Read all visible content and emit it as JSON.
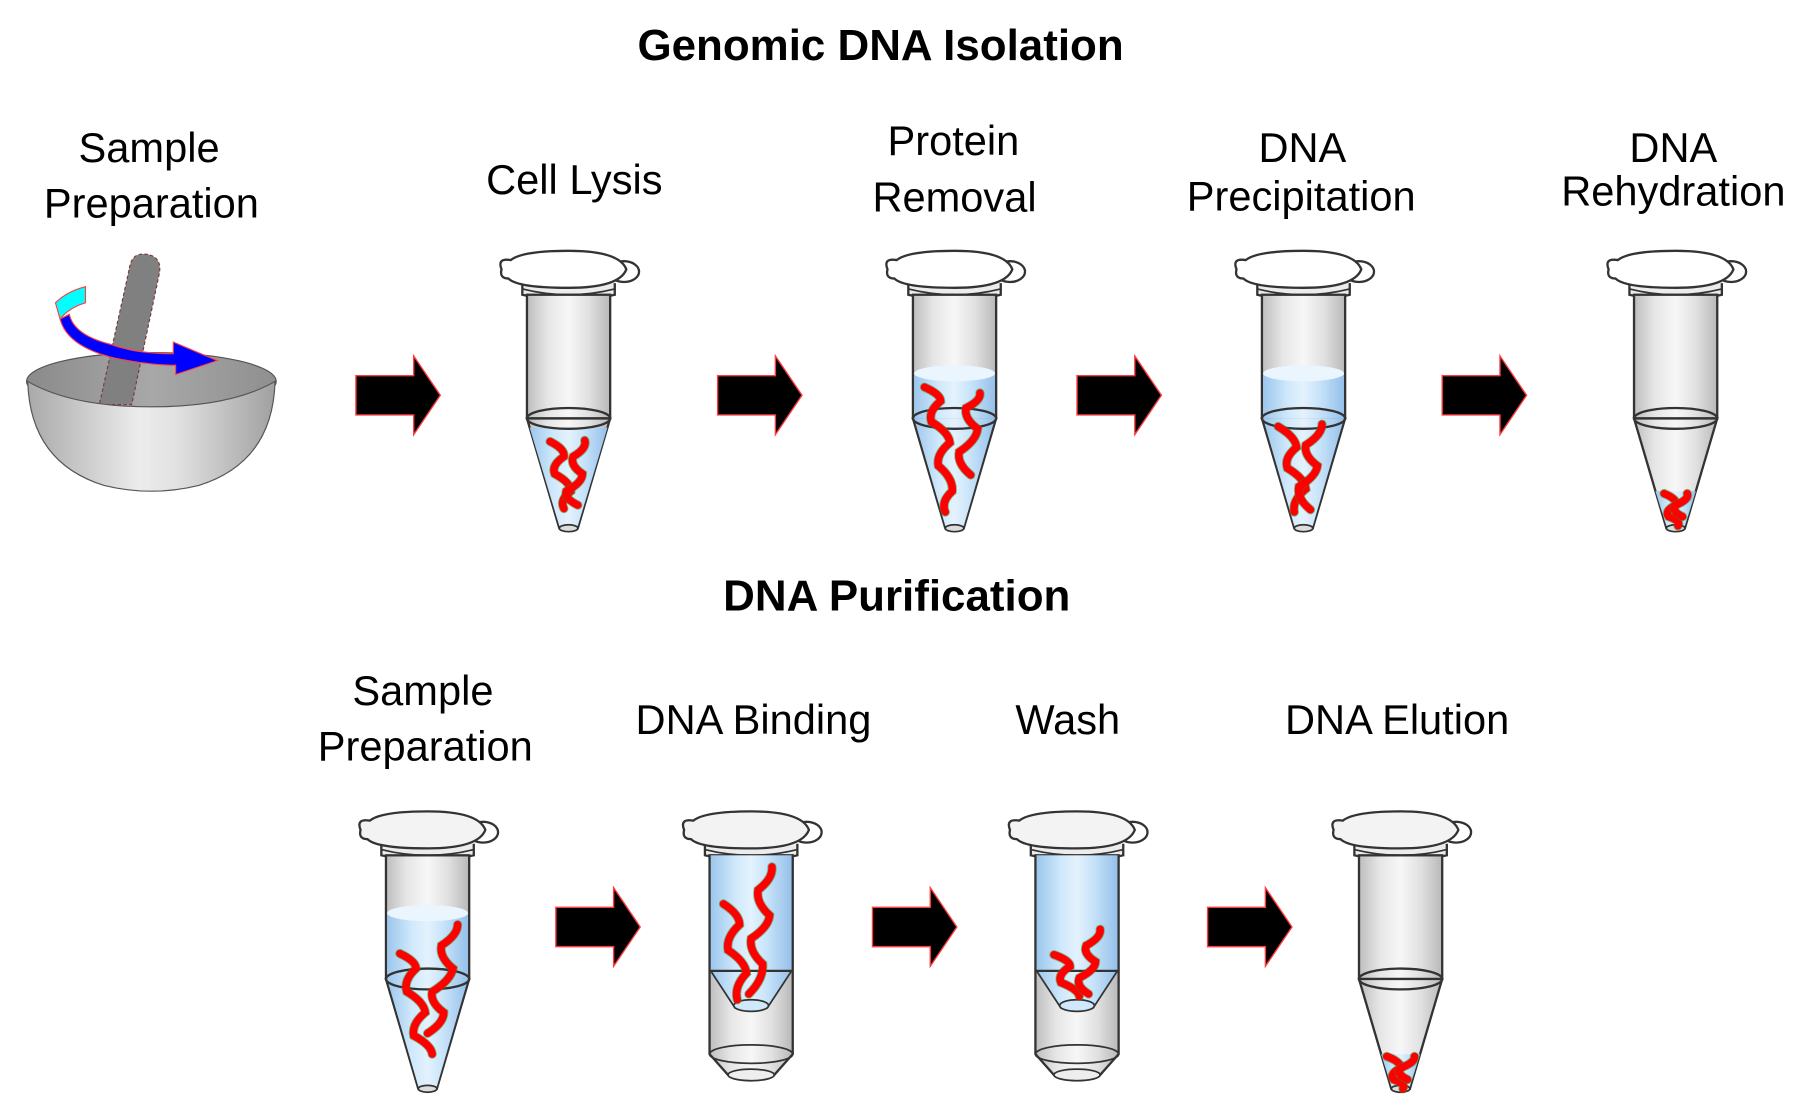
{
  "diagram": {
    "sections": [
      {
        "title": "Genomic DNA Isolation",
        "steps": [
          {
            "label_lines": [
              "Sample",
              "Preparation"
            ],
            "illustration": "mortar-and-pestle"
          },
          {
            "label_lines": [
              "Cell Lysis"
            ],
            "illustration": "tube",
            "contents": "DNA strands in lower cone with liquid"
          },
          {
            "label_lines": [
              "Protein",
              "Removal"
            ],
            "illustration": "tube",
            "contents": "DNA strands suspended in liquid"
          },
          {
            "label_lines": [
              "DNA",
              "Precipitation"
            ],
            "illustration": "tube",
            "contents": "DNA strands precipitated in cone"
          },
          {
            "label_lines": [
              "DNA",
              "Rehydration"
            ],
            "illustration": "tube",
            "contents": "small DNA pellet at tip"
          }
        ]
      },
      {
        "title": "DNA Purification",
        "steps": [
          {
            "label_lines": [
              "Sample",
              "Preparation"
            ],
            "illustration": "tube",
            "contents": "DNA strands in liquid"
          },
          {
            "label_lines": [
              "DNA Binding"
            ],
            "illustration": "spin-column",
            "contents": "DNA strands above filter"
          },
          {
            "label_lines": [
              "Wash"
            ],
            "illustration": "spin-column",
            "contents": "DNA bound to filter"
          },
          {
            "label_lines": [
              "DNA Elution"
            ],
            "illustration": "tube",
            "contents": "eluted DNA at tip"
          }
        ]
      }
    ],
    "arrow_icon": "right-arrow-icon",
    "colors": {
      "dna": "#ff0000",
      "dna_edge": "#2a8a2a",
      "liquid": "#bfe0f7",
      "liquid_dark": "#9ec9ee",
      "arrow": "#000000",
      "arrow_edge": "#ff3b3b",
      "tube_outline": "#333333",
      "tube_fill": "#e9e9e9",
      "mortar": "#c8c8c8",
      "pestle": "#808080",
      "motion_arrow": "#0000ff",
      "motion_arrow_tail": "#00ffff"
    }
  }
}
